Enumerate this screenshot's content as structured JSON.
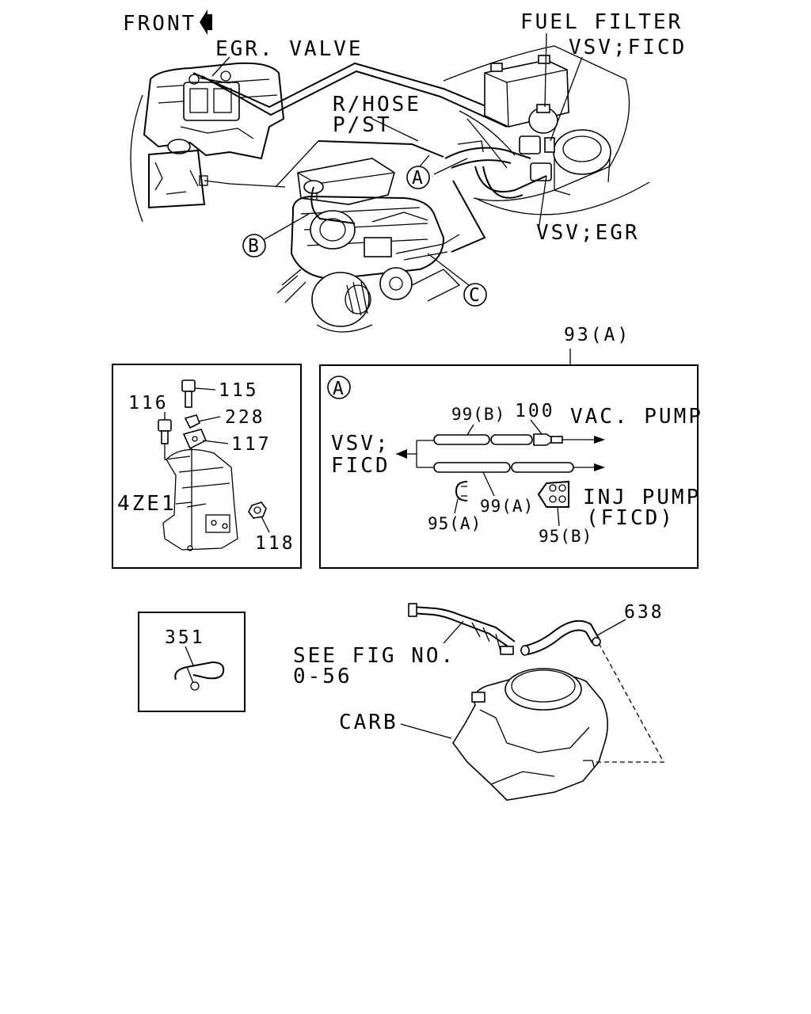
{
  "labels": {
    "front": "FRONT",
    "egr_valve": "EGR. VALVE",
    "fuel_filter": "FUEL FILTER",
    "vsv_ficd": "VSV;FICD",
    "r_hose": "R/HOSE",
    "p_st": "P/ST",
    "vsv_egr": "VSV;EGR",
    "callout_a": "A",
    "callout_b": "B",
    "callout_c": "C",
    "ref_93a": "93(A)",
    "detail_a": "A",
    "p115": "115",
    "p116": "116",
    "p228": "228",
    "p117": "117",
    "engine_4ze1": "4ZE1",
    "p118": "118",
    "p99b": "99(B)",
    "p100": "100",
    "vac_pump": "VAC. PUMP",
    "vsv_left_1": "VSV;",
    "vsv_left_2": "FICD",
    "p95a": "95(A)",
    "p99a": "99(A)",
    "inj_pump_1": "INJ PUMP",
    "inj_pump_2": "(FICD)",
    "p95b": "95(B)",
    "p351": "351",
    "p638": "638",
    "see_fig_1": "SEE FIG NO.",
    "see_fig_2": "0-56",
    "carb": "CARB"
  }
}
